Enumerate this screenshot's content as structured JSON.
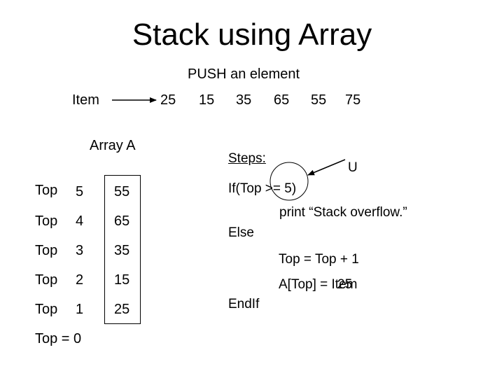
{
  "title": "Stack using Array",
  "subtitle": "PUSH an element",
  "item_label": "Item",
  "push_sequence": [
    "25",
    "15",
    "35",
    "65",
    "55",
    "75"
  ],
  "array_label": "Array A",
  "steps_label": "Steps:",
  "u_label": "U",
  "stack_rows": [
    {
      "top_label": "Top",
      "index": "5",
      "value": "55"
    },
    {
      "top_label": "Top",
      "index": "4",
      "value": "65"
    },
    {
      "top_label": "Top",
      "index": "3",
      "value": "35"
    },
    {
      "top_label": "Top",
      "index": "2",
      "value": "15"
    },
    {
      "top_label": "Top",
      "index": "1",
      "value": "25"
    }
  ],
  "top_zero": "Top = 0",
  "pseudocode": {
    "if_line": "If(Top >= 5)",
    "print_line": "print “Stack overflow.”",
    "else_line": "Else",
    "increment_line": "Top = Top + 1",
    "assign_line": "A[Top] = Item",
    "assign_overlay": "25",
    "endif_line": "EndIf"
  }
}
